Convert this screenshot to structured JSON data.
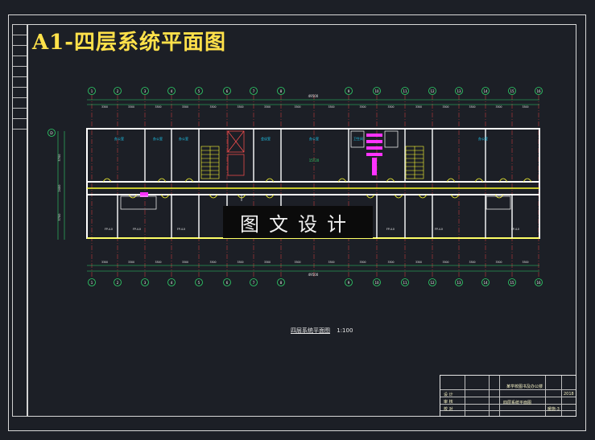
{
  "sheet": {
    "title": "A1-四层系统平面图"
  },
  "watermark": {
    "text": "图文设计"
  },
  "plan": {
    "caption": "四层系统平面图",
    "scale": "1:100",
    "axes_top": [
      "1",
      "2",
      "3",
      "4",
      "5",
      "6",
      "7",
      "8",
      "9",
      "10",
      "11",
      "12",
      "13",
      "14",
      "15",
      "16"
    ],
    "axes_bottom": [
      "1",
      "2",
      "3",
      "4",
      "5",
      "6",
      "7",
      "8",
      "9",
      "10",
      "11",
      "12",
      "13",
      "14",
      "15",
      "16"
    ],
    "axis_left": "D",
    "dim_top": [
      "3300",
      "3300",
      "3300",
      "3300",
      "3300",
      "3300",
      "3300",
      "3300",
      "3300",
      "3300",
      "3300",
      "3300",
      "3300",
      "3300",
      "3300"
    ],
    "dim_total": "49500",
    "dim_left": [
      "5700",
      "2400",
      "5700"
    ],
    "rooms_top": [
      "办公室",
      "办公室",
      "办公室",
      "会议室",
      "办公室",
      "卫生间",
      "办公室"
    ],
    "rooms_bottom": [
      "FP-4.0",
      "FP-4.0",
      "FP-4.0",
      "FP-4.0",
      "FP-4.0",
      "FP-4.0"
    ],
    "mark_center": "15T20"
  },
  "titleblock": {
    "project": "某学校图书及办公楼",
    "drawing_name": "四层系统平面图",
    "role1": "设 计",
    "role2": "审 核",
    "role3": "校 对",
    "sheet_no": "暖施-3",
    "date": "2018"
  },
  "colors": {
    "wall": "#ffffff",
    "gridline": "#e04040",
    "axis": "#2fd36a",
    "dimension": "#2fd36a",
    "hvac": "#ffff33",
    "stair": "#ffff33",
    "fixture": "#ff33ff",
    "room_label": "#1fd6ff",
    "title": "#ffe14a"
  }
}
